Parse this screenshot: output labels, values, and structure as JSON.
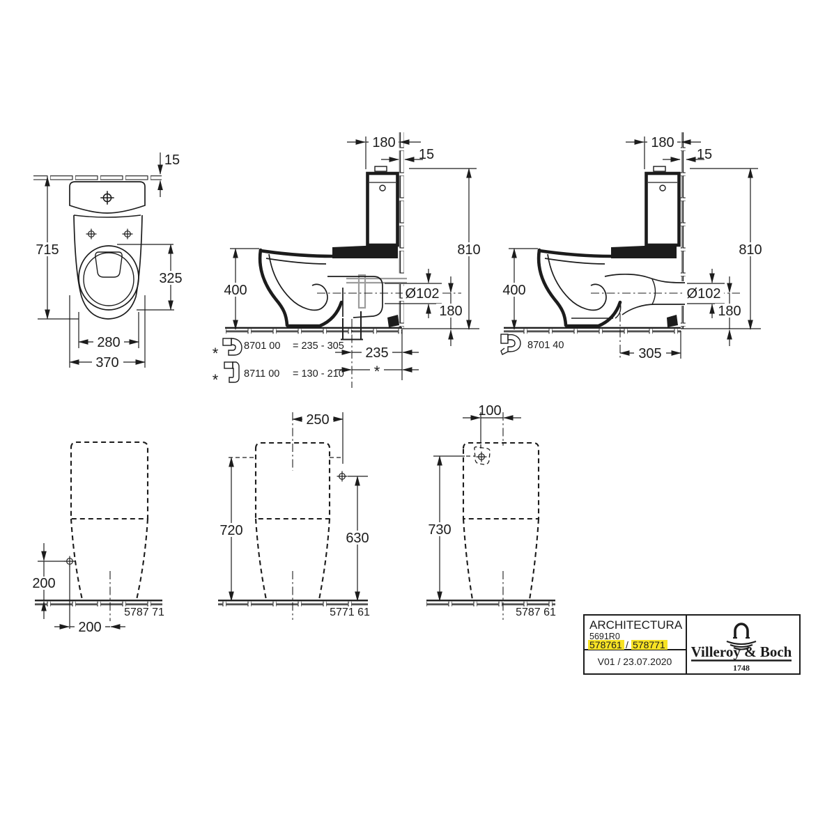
{
  "colors": {
    "ink": "#1c1c1c",
    "highlight": "#f7e224",
    "pipe_gray": "#9c9c9c"
  },
  "views": {
    "plan": {
      "tile": "15",
      "depth": "715",
      "opening_length": "325",
      "opening_width": "280",
      "width": "370"
    },
    "side_vertical_outlet": {
      "cistern_depth": "180",
      "tile": "15",
      "height": "810",
      "rim_height": "400",
      "outlet_dia": "Ø102",
      "outlet_height": "180",
      "outlet_offset": "235",
      "outlet_offset_var": "*",
      "notes": [
        {
          "mark": "*",
          "code": "8701 00",
          "range": "= 235 - 305"
        },
        {
          "mark": "*",
          "code": "8711 00",
          "range": "= 130 - 210"
        }
      ]
    },
    "side_horizontal_outlet": {
      "cistern_depth": "180",
      "tile": "15",
      "height": "810",
      "rim_height": "400",
      "outlet_dia": "Ø102",
      "outlet_height": "180",
      "outlet_offset": "305",
      "accessory_code": "8701 40"
    },
    "front_silhouette": {
      "supply_height": "200",
      "supply_offset": "200",
      "article": "5787 71"
    },
    "side_silhouette_a": {
      "supply_offset": "250",
      "height": "720",
      "supply_height": "630",
      "article": "5771 61"
    },
    "side_silhouette_b": {
      "supply_offset": "100",
      "height": "730",
      "article": "5787 61"
    }
  },
  "titleblock": {
    "series": "ARCHITECTURA",
    "model": "5691R0",
    "article_1": "578761",
    "separator": "/",
    "article_2": "578771",
    "version": "V01 / 23.07.2020",
    "brand": "Villeroy & Boch",
    "brand_year": "1748"
  }
}
